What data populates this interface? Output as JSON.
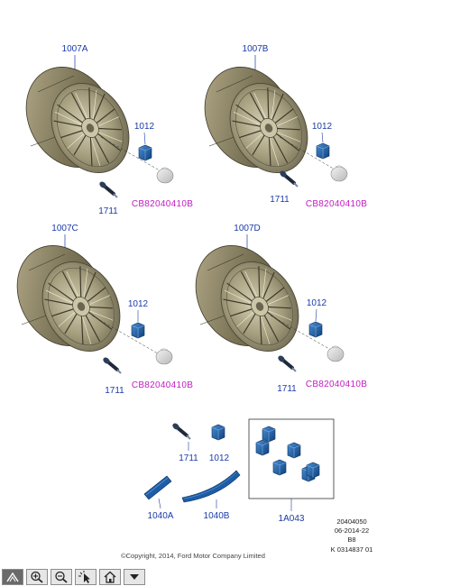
{
  "wheels": [
    {
      "label": "1007A",
      "nut": "1012",
      "valve": "1711",
      "cap": "CB82040410B"
    },
    {
      "label": "1007B",
      "nut": "1012",
      "valve": "1711",
      "cap": "CB82040410B"
    },
    {
      "label": "1007C",
      "nut": "1012",
      "valve": "1711",
      "cap": "CB82040410B"
    },
    {
      "label": "1007D",
      "nut": "1012",
      "valve": "1711",
      "cap": "CB82040410B"
    }
  ],
  "parts": {
    "valve": "1711",
    "nut": "1012",
    "weight_a": "1040A",
    "weight_b": "1040B",
    "lock_kit": "1A043"
  },
  "meta": {
    "line1": "20404050",
    "line2": "06-2014-22",
    "line3": "B8",
    "line4": "K 0314837 01"
  },
  "copyright": "©Copyright, 2014, Ford Motor Company Limited",
  "toolbar": {
    "buttons": [
      "pan-icon",
      "zoom-in-icon",
      "zoom-out-icon",
      "select-icon",
      "home-icon",
      "menu-icon"
    ]
  },
  "colors": {
    "label": "#1a3aa8",
    "cap_label": "#c21cc2",
    "wheel": "#8a8262",
    "nut": "#1d5da8"
  }
}
